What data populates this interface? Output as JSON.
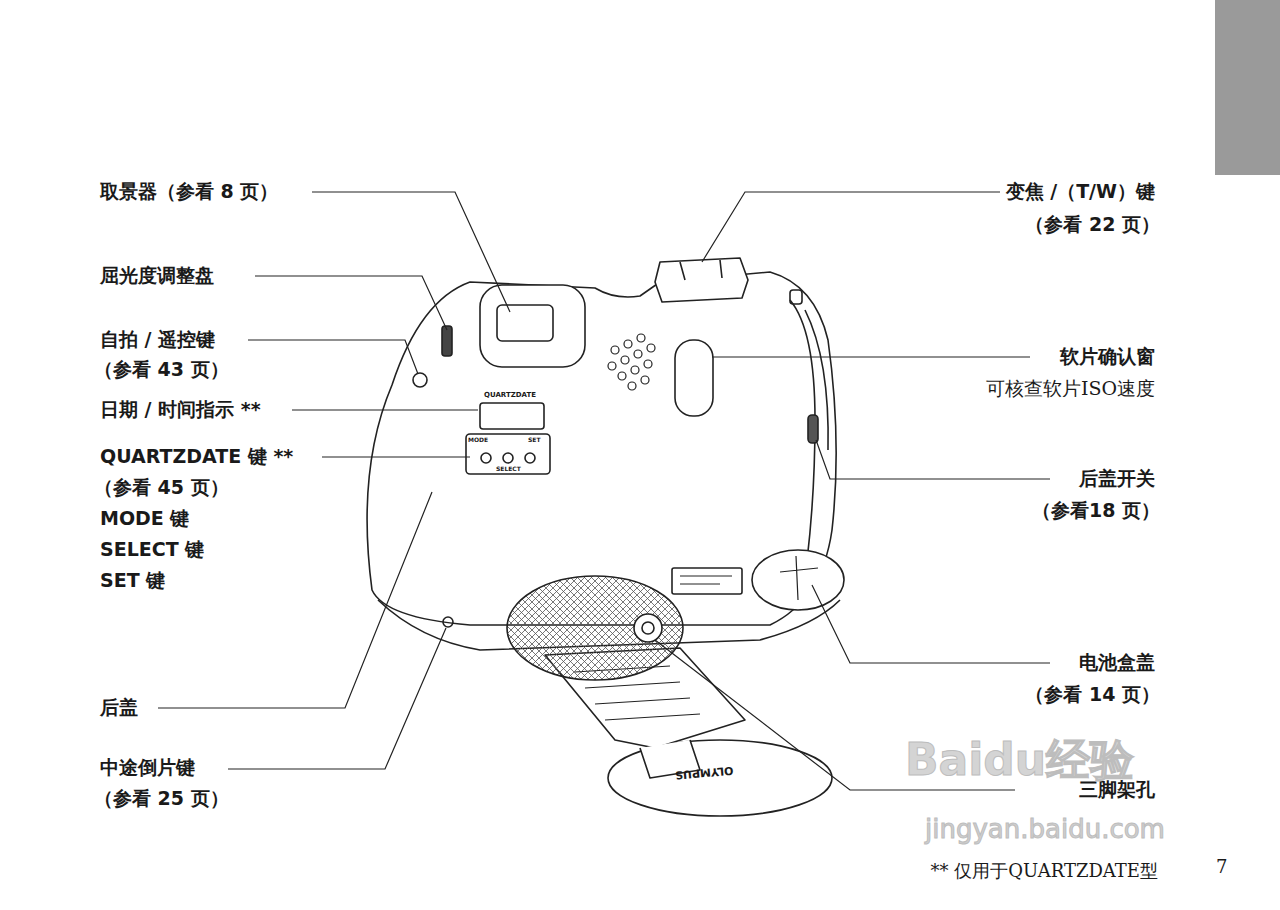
{
  "diagram": {
    "labels": [
      "取景器（参看 8 页）",
      "屈光度调整盘",
      "自拍 / 遥控键",
      "（参看 43 页）",
      "日期 / 时间指示 **",
      "QUARTZDATE 键 **",
      "（参看 45 页）",
      "MODE 键",
      "SELECT 键",
      "SET 键",
      "后盖",
      "中途倒片键",
      "（参看 25 页）",
      "变焦 /（T/W）键",
      "（参看 22 页）",
      "软片确认窗",
      "可核查软片ISO速度",
      "后盖开关",
      "（参看18 页）",
      "电池盒盖",
      "（参看 14 页）",
      "三脚架孔",
      "QUARTZDATE",
      "MODE",
      "SET",
      "SELECT",
      "OLYMPUS",
      "Baidu经验",
      "jingyan.baidu.com",
      "** 仅用于QUARTZDATE型",
      "7"
    ]
  }
}
